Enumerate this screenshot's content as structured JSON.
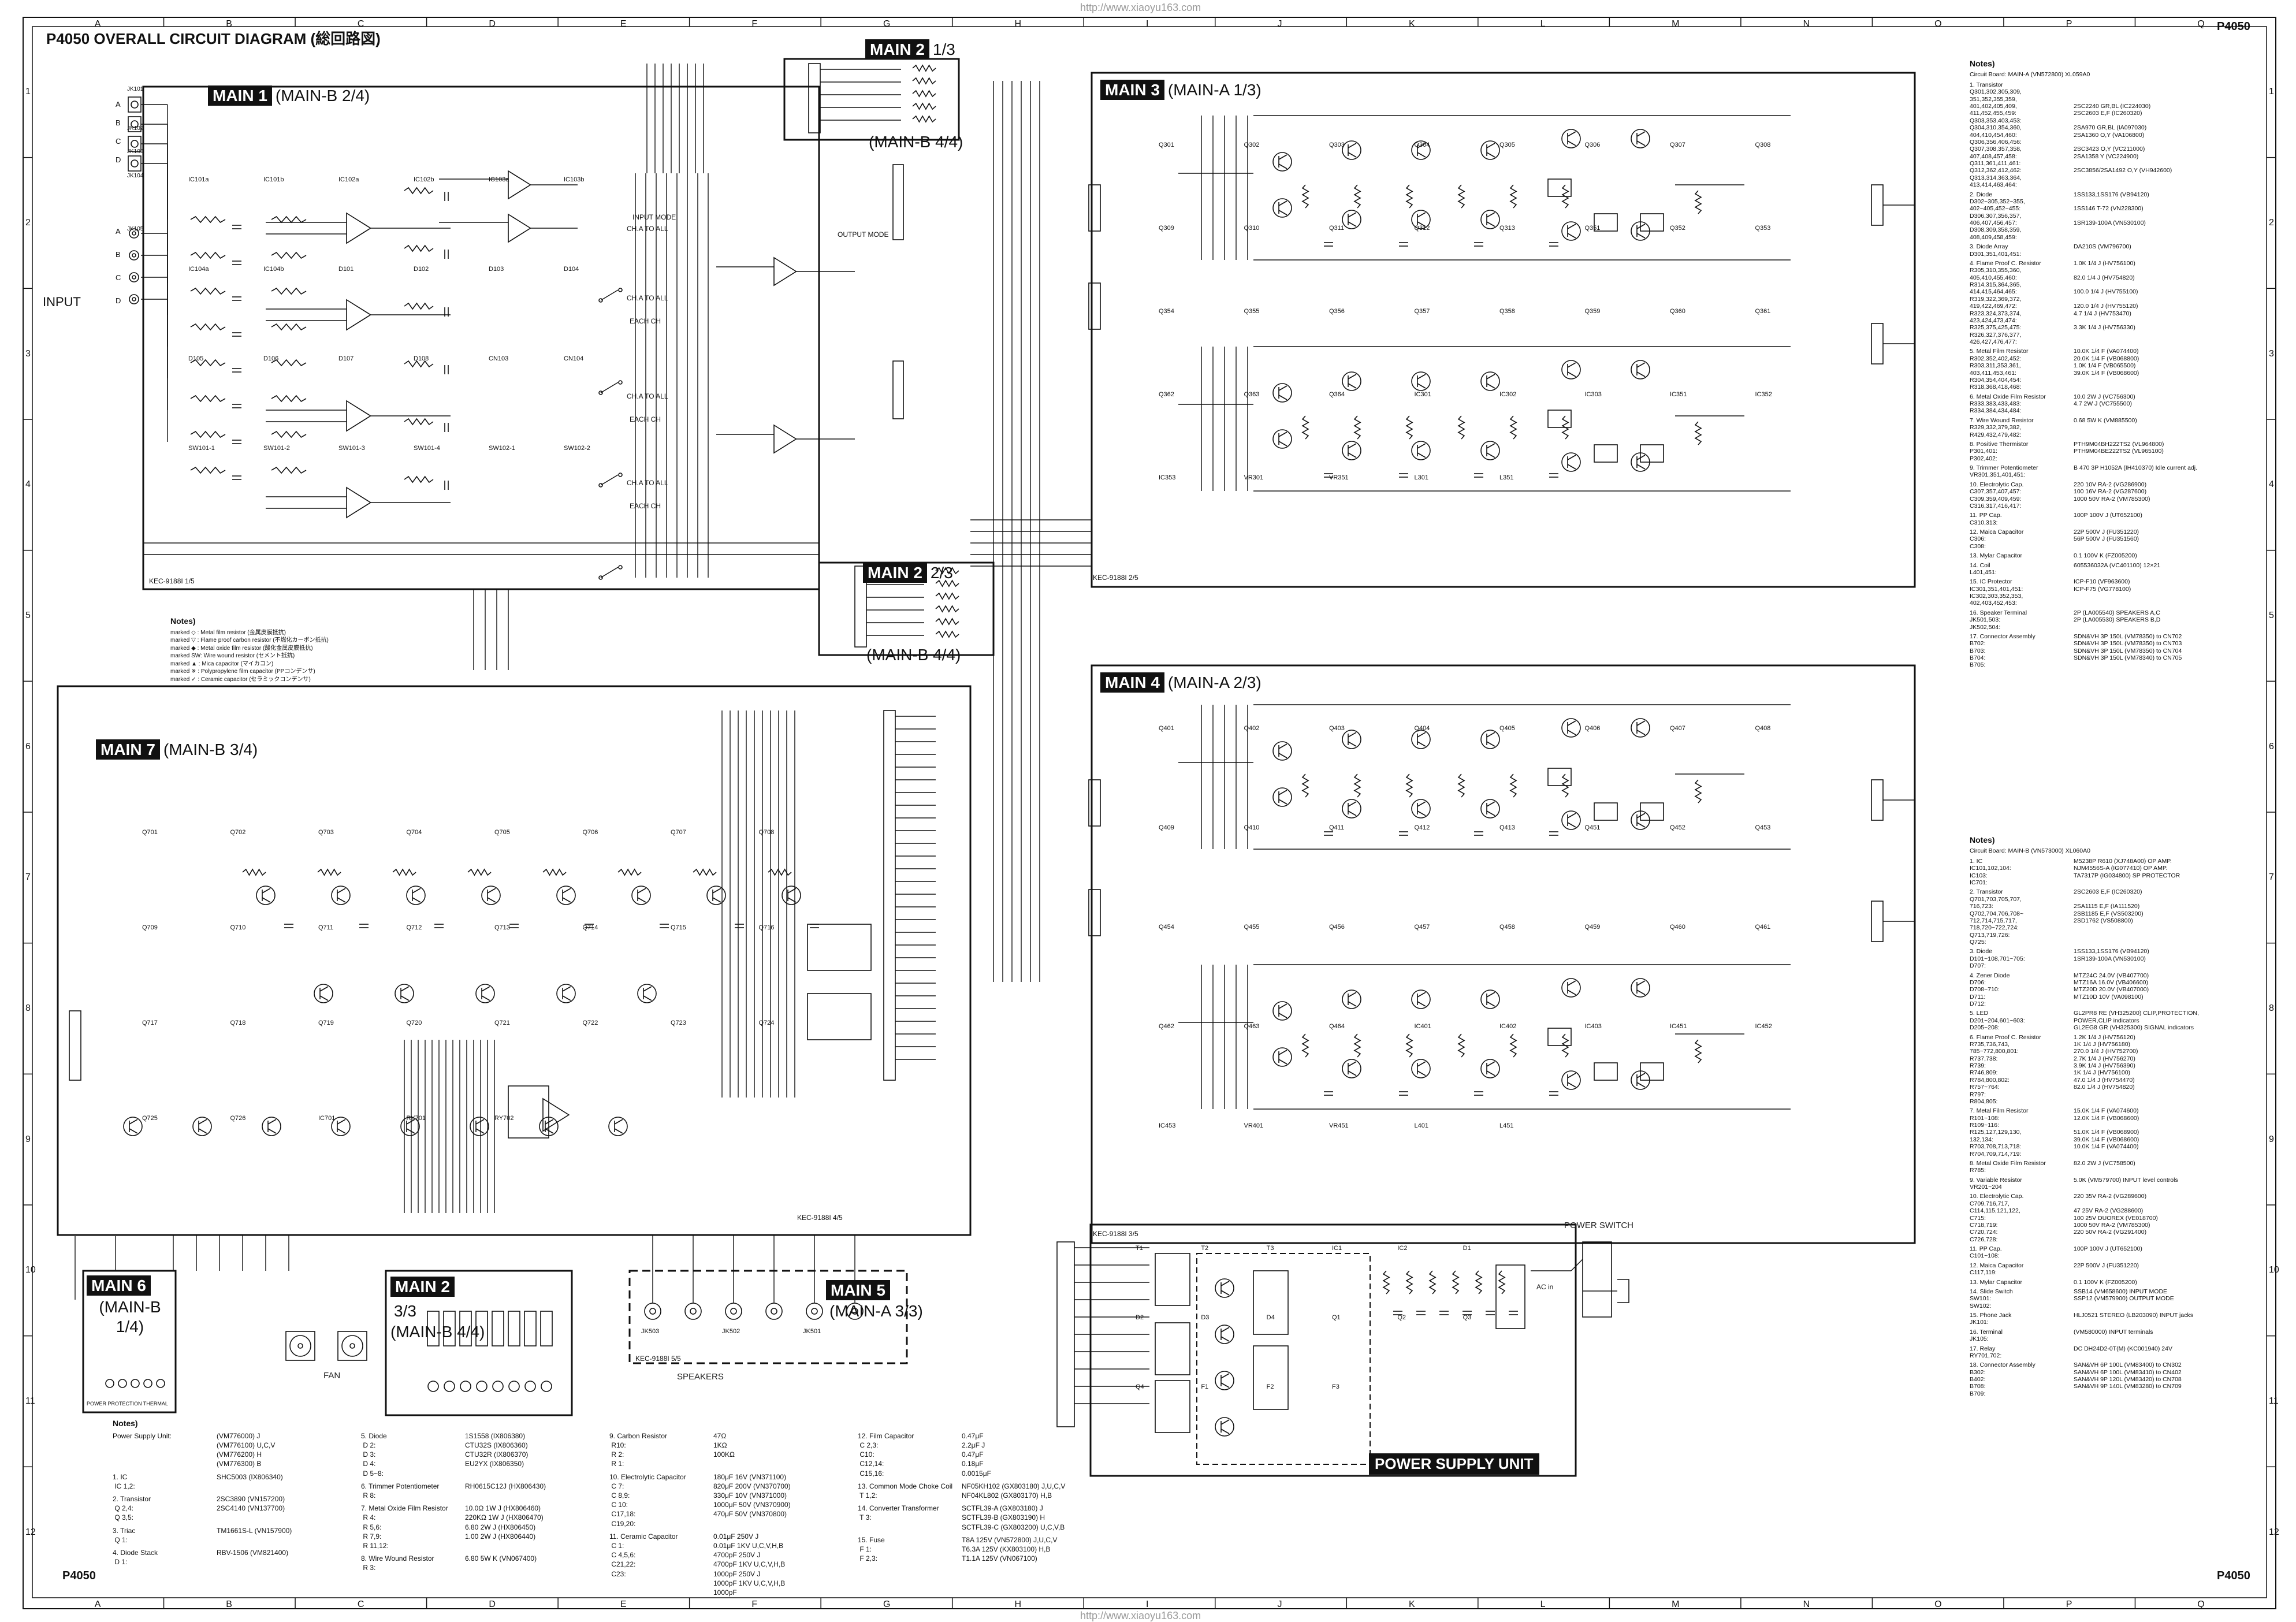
{
  "page": {
    "title": "P4050 OVERALL CIRCUIT DIAGRAM (総回路図)",
    "page_code": "P4050",
    "source_url": "http://www.xiaoyu163.com"
  },
  "grid": {
    "columns": [
      "A",
      "B",
      "C",
      "D",
      "E",
      "F",
      "G",
      "H",
      "I",
      "J",
      "K",
      "L",
      "M",
      "N",
      "O",
      "P",
      "Q"
    ],
    "rows": [
      "1",
      "2",
      "3",
      "4",
      "5",
      "6",
      "7",
      "8",
      "9",
      "10",
      "11",
      "12"
    ]
  },
  "blocks": {
    "main1": {
      "tag": "MAIN 1",
      "sub": "(MAIN-B 2/4)"
    },
    "main2_top": {
      "tag": "MAIN 2",
      "sub": "1/3",
      "sub2": "(MAIN-B 4/4)"
    },
    "main2_mid": {
      "tag": "MAIN 2",
      "sub": "2/3",
      "sub2": "(MAIN-B 4/4)"
    },
    "main3": {
      "tag": "MAIN 3",
      "sub": "(MAIN-A 1/3)"
    },
    "main4": {
      "tag": "MAIN 4",
      "sub": "(MAIN-A 2/3)"
    },
    "main7": {
      "tag": "MAIN 7",
      "sub": "(MAIN-B 3/4)"
    },
    "main6": {
      "tag": "MAIN 6",
      "sub": "(MAIN-B 1/4)"
    },
    "main2_bot": {
      "tag": "MAIN 2",
      "sub": "3/3",
      "sub2": "(MAIN-B 4/4)"
    },
    "main5": {
      "tag": "MAIN 5",
      "sub": "(MAIN-A 3/3)"
    },
    "psu": {
      "tag": "POWER SUPPLY UNIT"
    }
  },
  "labels": {
    "input": "INPUT",
    "speakers": "SPEAKERS",
    "fan": "FAN",
    "power_switch": "POWER SWITCH",
    "input_mode": "INPUT MODE",
    "output_mode": "OUTPUT MODE",
    "ch_a_to_all": "CH.A TO ALL",
    "each_ch": "EACH CH",
    "power_protection": "POWER PROTECTION THERMAL",
    "ac_in": "AC in",
    "kec1": "KEC-9188I 1/5",
    "kec2": "KEC-9188I 2/5",
    "kec3": "KEC-9188I 3/5",
    "kec4": "KEC-9188I 4/5",
    "kec5": "KEC-9188I 5/5"
  },
  "inputs": [
    "A",
    "B",
    "C",
    "D",
    "A",
    "B",
    "C",
    "D"
  ],
  "jacks": [
    "JK101",
    "JK102",
    "JK103",
    "JK104",
    "JK105"
  ],
  "main1_parts": [
    "IC101a",
    "IC101b",
    "IC102a",
    "IC102b",
    "IC103a",
    "IC103b",
    "IC104a",
    "IC104b",
    "D101",
    "D102",
    "D103",
    "D104",
    "D105",
    "D106",
    "D107",
    "D108",
    "CN103",
    "CN104",
    "SW101-1",
    "SW101-2",
    "SW101-3",
    "SW101-4",
    "SW102-1",
    "SW102-2"
  ],
  "main3_parts": [
    "Q301",
    "Q302",
    "Q303",
    "Q304",
    "Q305",
    "Q306",
    "Q307",
    "Q308",
    "Q309",
    "Q310",
    "Q311",
    "Q312",
    "Q313",
    "Q351",
    "Q352",
    "Q353",
    "Q354",
    "Q355",
    "Q356",
    "Q357",
    "Q358",
    "Q359",
    "Q360",
    "Q361",
    "Q362",
    "Q363",
    "Q364",
    "IC301",
    "IC302",
    "IC303",
    "IC351",
    "IC352",
    "IC353",
    "VR301",
    "VR351",
    "L301",
    "L351"
  ],
  "main4_parts": [
    "Q401",
    "Q402",
    "Q403",
    "Q404",
    "Q405",
    "Q406",
    "Q407",
    "Q408",
    "Q409",
    "Q410",
    "Q411",
    "Q412",
    "Q413",
    "Q451",
    "Q452",
    "Q453",
    "Q454",
    "Q455",
    "Q456",
    "Q457",
    "Q458",
    "Q459",
    "Q460",
    "Q461",
    "Q462",
    "Q463",
    "Q464",
    "IC401",
    "IC402",
    "IC403",
    "IC451",
    "IC452",
    "IC453",
    "VR401",
    "VR451",
    "L401",
    "L451"
  ],
  "main7_parts": [
    "Q701",
    "Q702",
    "Q703",
    "Q704",
    "Q705",
    "Q706",
    "Q707",
    "Q708",
    "Q709",
    "Q710",
    "Q711",
    "Q712",
    "Q713",
    "Q714",
    "Q715",
    "Q716",
    "Q717",
    "Q718",
    "Q719",
    "Q720",
    "Q721",
    "Q722",
    "Q723",
    "Q724",
    "Q725",
    "Q726",
    "IC701",
    "RY701",
    "RY702"
  ],
  "psu_parts": [
    "T1",
    "T2",
    "T3",
    "IC1",
    "IC2",
    "D1",
    "D2",
    "D3",
    "D4",
    "Q1",
    "Q2",
    "Q3",
    "Q4",
    "F1",
    "F2",
    "F3"
  ],
  "speaker_jacks": [
    "JK503",
    "JK502",
    "JK501"
  ],
  "notes_top_left": {
    "heading": "Notes)",
    "lines": [
      "marked ◇ : Metal film resistor (金属皮膜抵抗)",
      "marked ▽ : Flame proof carbon resistor (不燃化カーボン抵抗)",
      "marked ◆ : Metal oxide film resistor (酸化金属皮膜抵抗)",
      "marked SW: Wire wound resistor (セメント抵抗)",
      "marked ▲ : Mica capacitor (マイカコン)",
      "marked ※ : Polypropylene film capacitor (PPコンデンサ)",
      "marked ✓ : Ceramic capacitor (セラミックコンデンサ)"
    ]
  },
  "notes_bottom": {
    "heading": "Notes)",
    "columns": [
      [
        {
          "k": "Power Supply Unit:",
          "v": "(VM776000) J\n(VM776100) U,C,V\n(VM776200) H\n(VM776300) B"
        },
        {
          "k": "1. IC\n IC 1,2:",
          "v": "SHC5003 (IX806340)"
        },
        {
          "k": "2. Transistor\n Q 2,4:\n Q 3,5:",
          "v": "2SC3890 (VN157200)\n2SC4140 (VN137700)"
        },
        {
          "k": "3. Triac\n Q 1:",
          "v": "TM1661S-L (VN157900)"
        },
        {
          "k": "4. Diode Stack\n D 1:",
          "v": "RBV-1506 (VM821400)"
        }
      ],
      [
        {
          "k": "5. Diode\n D 2:\n D 3:\n D 4:\n D 5~8:",
          "v": "1S1558 (IX806380)\nCTU32S (IX806360)\nCTU32R (IX806370)\nEU2YX (IX806350)"
        },
        {
          "k": "6. Trimmer Potentiometer\n R 8:",
          "v": "RH0615C12J (HX806430)"
        },
        {
          "k": "7. Metal Oxide Film Resistor\n R 4:\n R 5,6:\n R 7,9:\n R 11,12:",
          "v": "10.0Ω 1W J (HX806460)\n220KΩ 1W J (HX806470)\n6.80 2W J (HX806450)\n1.00 2W J (HX806440)"
        },
        {
          "k": "8. Wire Wound Resistor\n R 3:",
          "v": "6.80 5W K (VN067400)"
        }
      ],
      [
        {
          "k": "9. Carbon Resistor\n R10:\n R 2:\n R 1:",
          "v": "47Ω\n1KΩ\n100KΩ"
        },
        {
          "k": "10. Electrolytic Capacitor\n C 7:\n C 8,9:\n C 10:\n C17,18:\n C19,20:",
          "v": "180μF 16V (VN371100)\n820μF 200V (VN370700)\n330μF 10V (VN371000)\n1000μF 50V (VN370900)\n470μF 50V (VN370800)"
        },
        {
          "k": "11. Ceramic Capacitor\n C 1:\n C 4,5,6:\n C21,22:\n C23:",
          "v": "0.01μF 250V J\n0.01μF 1KV U,C,V,H,B\n4700pF 250V J\n4700pF 1KV U,C,V,H,B\n1000pF 250V J\n1000pF 1KV U,C,V,H,B\n1000pF"
        }
      ],
      [
        {
          "k": "12. Film Capacitor\n C 2,3:\n C10:\n C12,14:\n C15,16:",
          "v": "0.47μF\n2.2μF J\n0.47μF\n0.18μF\n0.0015μF"
        },
        {
          "k": "13. Common Mode Choke Coil\n T 1,2:",
          "v": "NF05KH102 (GX803180) J,U,C,V\nNF04KL802 (GX803170) H,B"
        },
        {
          "k": "14. Converter Transformer\n T 3:",
          "v": "SCTFL39-A (GX803180) J\nSCTFL39-B (GX803190) H\nSCTFL39-C (GX803200) U,C,V,B"
        },
        {
          "k": "15. Fuse\n F 1:\n F 2,3:",
          "v": "T8A 125V (VN572800) J,U,C,V\nT6.3A 125V (KX803100) H,B\nT1.1A 125V (VN067100)"
        }
      ]
    ]
  },
  "notes_right_a": {
    "heading": "Notes)",
    "board": "Circuit Board:  MAIN-A (VN572800) XL059A0",
    "items": [
      {
        "k": "1. Transistor\nQ301,302,305,309,\n351,352,355,359,\n401,402,405,409,\n411,452,455,459:\nQ303,353,403,453:\nQ304,310,354,360,\n404,410,454,460:\nQ306,356,406,456:\nQ307,308,357,358,\n407,408,457,458:\nQ311,361,411,461:\nQ312,362,412,462:\nQ313,314,363,364,\n413,414,463,464:",
        "v": "\n\n\n2SC2240 GR,BL (IC224030)\n2SC2603 E,F (IC260320)\n\n2SA970 GR,BL (IA097030)\n2SA1360 O,Y (VA106800)\n\n2SC3423 O,Y (VC211000)\n2SA1358 Y (VC224900)\n\n2SC3856/2SA1492 O,Y (VH942600)"
      },
      {
        "k": "2. Diode\nD302~305,352~355,\n402~405,452~455:\nD306,307,356,357,\n406,407,456,457:\nD308,309,358,359,\n408,409,458,459:",
        "v": "1SS133,1SS176 (VB94120)\n\n1SS146 T-72 (VN228300)\n\n1SR139-100A (VN530100)"
      },
      {
        "k": "3. Diode Array\nD301,351,401,451:",
        "v": "DA210S (VM796700)"
      },
      {
        "k": "4. Flame Proof C. Resistor\nR305,310,355,360,\n405,410,455,460:\nR314,315,364,365,\n414,415,464,465:\nR319,322,369,372,\n419,422,469,472:\nR323,324,373,374,\n423,424,473,474:\nR325,375,425,475:\nR326,327,376,377,\n426,427,476,477:",
        "v": "1.0K 1/4 J (HV756100)\n\n82.0 1/4 J (HV754820)\n\n100.0 1/4 J (HV755100)\n\n120.0 1/4 J (HV755120)\n4.7 1/4 J (HV753470)\n\n3.3K 1/4 J (HV756330)"
      },
      {
        "k": "5. Metal Film Resistor\nR302,352,402,452:\nR303,311,353,361,\n403,411,453,461:\nR304,354,404,454:\nR318,368,418,468:",
        "v": "10.0K 1/4 F (VA074400)\n20.0K 1/4 F (VB068800)\n1.0K 1/4 F (VB065500)\n39.0K 1/4 F (VB068600)"
      },
      {
        "k": "6. Metal Oxide Film Resistor\nR333,383,433,483:\nR334,384,434,484:",
        "v": "10.0 2W J (VC756300)\n4.7 2W J (VC755500)"
      },
      {
        "k": "7. Wire Wound Resistor\nR329,332,379,382,\nR429,432,479,482:",
        "v": "0.68 5W K (VM885500)"
      },
      {
        "k": "8. Positive Thermistor\nP301,401:\nP302,402:",
        "v": "PTH9M04BH222TS2 (VL964800)\nPTH9M04BE222TS2 (VL965100)"
      },
      {
        "k": "9. Trimmer Potentiometer\nVR301,351,401,451:",
        "v": "B 470 3P H1052A (IH410370) Idle current adj."
      },
      {
        "k": "10. Electrolytic Cap.\nC307,357,407,457:\nC309,359,409,459:\nC316,317,416,417:",
        "v": "220 10V RA-2 (VG286900)\n100 16V RA-2 (VG287600)\n1000 50V RA-2 (VM785300)"
      },
      {
        "k": "11. PP Cap.\nC310,313:",
        "v": "100P 100V J (UT652100)"
      },
      {
        "k": "12. Maica Capacitor\nC306:\nC308:",
        "v": "22P 500V J (FU351220)\n56P 500V J (FU351560)"
      },
      {
        "k": "13. Mylar Capacitor",
        "v": "0.1 100V K (FZ005200)"
      },
      {
        "k": "14. Coil\nL401,451:",
        "v": "605536032A (VC401100) 12×21"
      },
      {
        "k": "15. IC Protector\nIC301,351,401,451:\nIC302,303,352,353,\n402,403,452,453:",
        "v": "ICP-F10 (VF963600)\nICP-F75 (VG778100)"
      },
      {
        "k": "16. Speaker Terminal\nJK501,503:\nJK502,504:",
        "v": "2P (LA005540) SPEAKERS A,C\n2P (LA005530) SPEAKERS B,D"
      },
      {
        "k": "17. Connector Assembly\nB702:\nB703:\nB704:\nB705:",
        "v": "SDN&VH 3P 150L (VM78350) to CN702\nSDN&VH 3P 150L (VM78350) to CN703\nSDN&VH 3P 150L (VM78350) to CN704\nSDN&VH 3P 150L (VM78340) to CN705"
      }
    ]
  },
  "notes_right_b": {
    "heading": "Notes)",
    "board": "Circuit Board:  MAIN-B (VN573000) XL060A0",
    "items": [
      {
        "k": "1. IC\nIC101,102,104:\nIC103:\nIC701:",
        "v": "M5238P R610 (XJ748A00) OP AMP.\nNJM4556S-A (IG077410) OP AMP.\nTA7317P (IG034800) SP PROTECTOR"
      },
      {
        "k": "2. Transistor\nQ701,703,705,707,\n716,723:\nQ702,704,706,708~\n712,714,715,717,\n718,720~722,724:\nQ713,719,726:\nQ725:",
        "v": "2SC2603 E,F (IC260320)\n\n2SA1115 E,F (IA111520)\n2SB1185 E,F (VS503200)\n2SD1762 (VS508800)"
      },
      {
        "k": "3. Diode\nD101~108,701~705:\nD707:",
        "v": "1SS133,1SS176 (VB94120)\n1SR139-100A (VN530100)"
      },
      {
        "k": "4. Zener Diode\nD706:\nD708~710:\nD711:\nD712:",
        "v": "MTZ24C 24.0V (VB407700)\nMTZ16A 16.0V (VB406600)\nMTZ20D 20.0V (VB407000)\nMTZ10D 10V (VA098100)"
      },
      {
        "k": "5. LED\nD201~204,601~603:\nD205~208:",
        "v": "GL2PR8 RE (VH325200) CLIP,PROTECTION,\nPOWER,CLIP indicators\nGL2EG8 GR (VH325300) SIGNAL indicators"
      },
      {
        "k": "6. Flame Proof C. Resistor\nR735,736,743,\n785~772,800,801:\nR737,738:\nR739:\nR746,809:\nR784,800,802:\nR757~764:\nR797:\nR804,805:",
        "v": "1.2K 1/4 J (HV756120)\n1K 1/4 J (HV756180)\n270.0 1/4 J (HV752700)\n2.7K 1/4 J (HV756270)\n3.9K 1/4 J (HV756390)\n1K 1/4 J (HV756100)\n47.0 1/4 J (HV754470)\n82.0 1/4 J (HV754820)"
      },
      {
        "k": "7. Metal Film Resistor\nR101~108:\nR109~116:\nR125,127,129,130,\n132,134:\nR703,708,713,718:\nR704,709,714,719:",
        "v": "15.0K 1/4 F (VA074600)\n12.0K 1/4 F (VB068600)\n\n51.0K 1/4 F (VB068900)\n39.0K 1/4 F (VB068600)\n10.0K 1/4 F (VA074400)"
      },
      {
        "k": "8. Metal Oxide Film Resistor\nR785:",
        "v": "82.0 2W J (VC758500)"
      },
      {
        "k": "9. Variable Resistor\nVR201~204",
        "v": "5.0K (VM579700) INPUT level controls"
      },
      {
        "k": "10. Electrolytic Cap.\nC709,716,717,\nC114,115,121,122,\nC715:\nC718,719:\nC720,724:\nC726,728:",
        "v": "220 35V RA-2 (VG289600)\n\n47 25V RA-2 (VG288600)\n100 25V DUOREX (VE018700)\n1000 50V RA-2 (VM785300)\n220 50V RA-2 (VG291400)"
      },
      {
        "k": "11. PP Cap.\nC101~108:",
        "v": "100P 100V J (UT652100)"
      },
      {
        "k": "12. Maica Capacitor\nC117,119:",
        "v": "22P 500V J (FU351220)"
      },
      {
        "k": "13. Mylar Capacitor",
        "v": "0.1 100V K (FZ005200)"
      },
      {
        "k": "14. Slide Switch\nSW101:\nSW102:",
        "v": "SSB14 (VM658600) INPUT MODE\nSSP12 (VM579900) OUTPUT MODE"
      },
      {
        "k": "15. Phone Jack\nJK101:",
        "v": "HLJ0521 STEREO (LB203090) INPUT jacks"
      },
      {
        "k": "16. Terminal\nJK105:",
        "v": "(VM580000) INPUT terminals"
      },
      {
        "k": "17. Relay\nRY701,702:",
        "v": "DC DH24D2-0T(M) (KC001940) 24V"
      },
      {
        "k": "18. Connector Assembly\nB302:\nB402:\nB708:\nB709:",
        "v": "SAN&VH 6P 100L (VM83400) to CN302\nSAN&VH 6P 100L (VM83410) to CN402\nSAN&VH 9P 120L (VM83420) to CN708\nSAN&VH 9P 140L (VM83280) to CN709"
      }
    ]
  }
}
